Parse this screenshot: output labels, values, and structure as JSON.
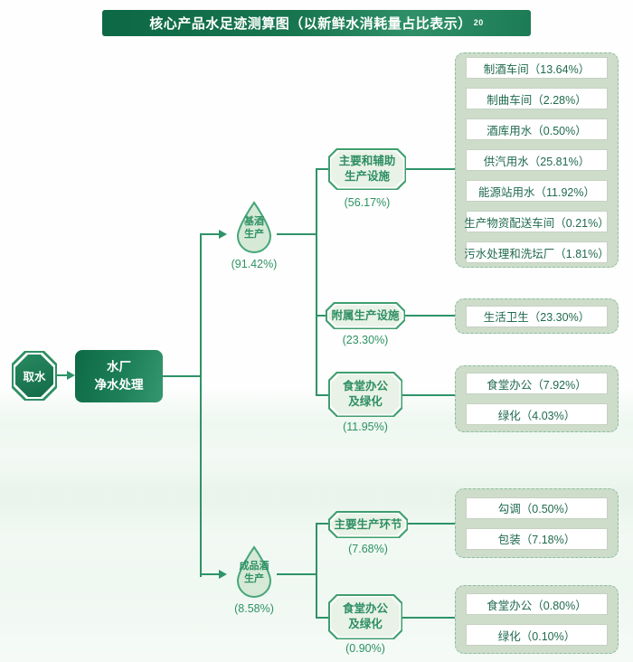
{
  "title": {
    "text": "核心产品水足迹测算图（以新鲜水消耗量占比表示）",
    "superscript": "20"
  },
  "flow": {
    "intake": {
      "label": "取水"
    },
    "plant": {
      "line1": "水厂",
      "line2": "净水处理"
    },
    "stage_base": {
      "line1": "基酒",
      "line2": "生产",
      "pct": "(91.42%)"
    },
    "stage_finished": {
      "line1": "成品酒",
      "line2": "生产",
      "pct": "(8.58%)"
    },
    "mid_main_aux": {
      "line1": "主要和辅助",
      "line2": "生产设施",
      "pct": "(56.17%)"
    },
    "mid_attached": {
      "line1": "附属生产设施",
      "pct": "(23.30%)"
    },
    "mid_canteen_top": {
      "line1": "食堂办公",
      "line2": "及绿化",
      "pct": "(11.95%)"
    },
    "mid_main_steps": {
      "line1": "主要生产环节",
      "pct": "(7.68%)"
    },
    "mid_canteen_bottom": {
      "line1": "食堂办公",
      "line2": "及绿化",
      "pct": "(0.90%)"
    },
    "leaves": {
      "main_aux": [
        "制酒车间（13.64%）",
        "制曲车间（2.28%）",
        "酒库用水（0.50%）",
        "供汽用水（25.81%）",
        "能源站用水（11.92%）",
        "生产物资配送车间（0.21%）",
        "污水处理和洗坛厂（1.81%）"
      ],
      "attached": [
        "生活卫生（23.30%）"
      ],
      "canteen_top": [
        "食堂办公（7.92%）",
        "绿化（4.03%）"
      ],
      "main_steps": [
        "勾调（0.50%）",
        "包装（7.18%）"
      ],
      "canteen_bottom": [
        "食堂办公（0.80%）",
        "绿化（0.10%）"
      ]
    }
  },
  "colors": {
    "title_gradient_start": "#0d6845",
    "title_gradient_end": "#2f9068",
    "connector": "#2e9368",
    "node_border": "#3f9e6e",
    "node_fill": "#e9f2e6",
    "drop_fill": "#d6e9d7",
    "container_fill": "#cedcca",
    "leaf_text": "#206a4e",
    "percent_text": "#2e9164"
  }
}
